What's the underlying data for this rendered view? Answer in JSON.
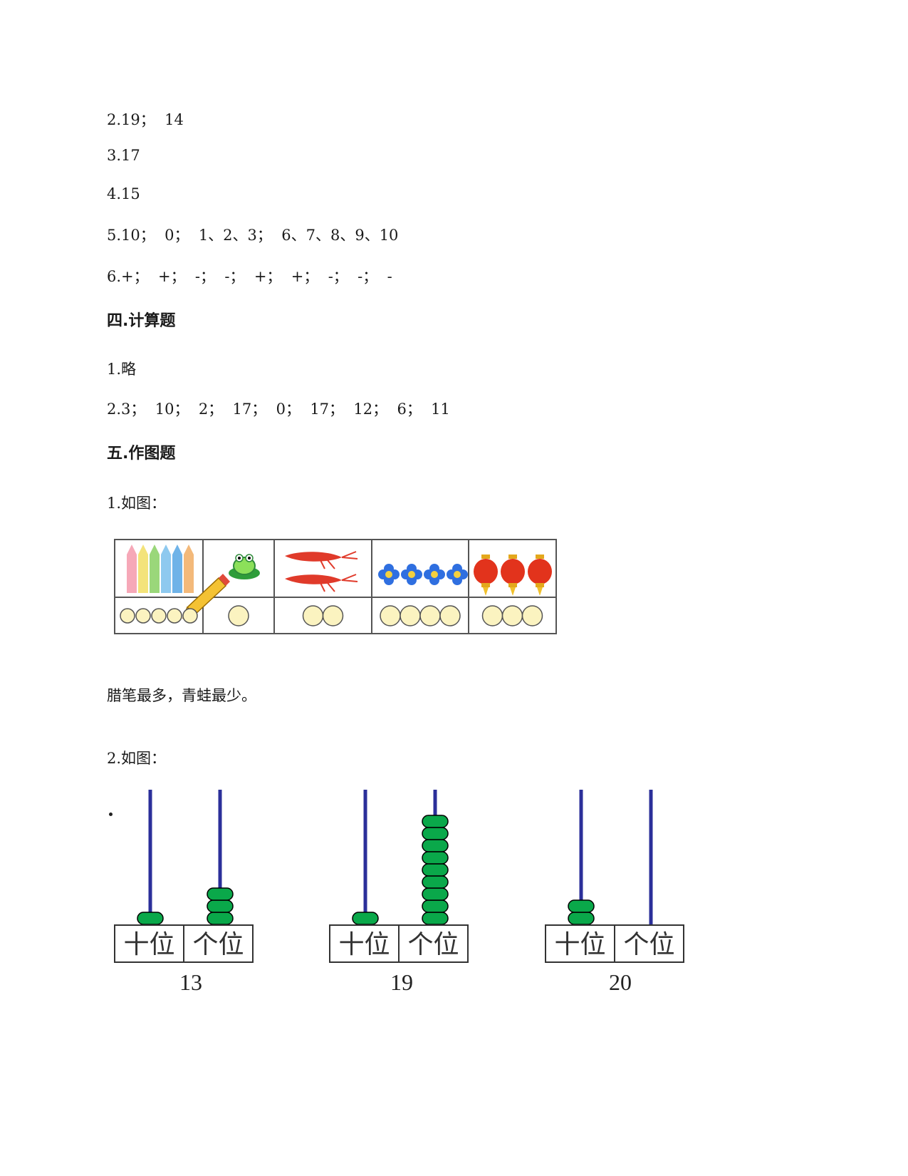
{
  "section3": {
    "lines": [
      "2.19；  14",
      "3.17",
      "4.15",
      "5.10；  0；  1、2、3；  6、7、8、9、10",
      "6.+；  +；  -；  -；  +；  +；  -；  -；  -"
    ]
  },
  "section4": {
    "heading": "四.计算题",
    "lines": [
      "1.略",
      "2.3；  10；  2；  17；  0；  17；  12；  6；  11"
    ]
  },
  "section5": {
    "heading": "五.作图题",
    "q1_label": "1.如图：",
    "q1_conclusion": "腊笔最多，青蛙最少。",
    "q2_label": "2.如图：",
    "table": {
      "columns": [
        {
          "item": "crayons-icon",
          "count": 5
        },
        {
          "item": "frog-icon",
          "count": 1
        },
        {
          "item": "shrimp-icon",
          "count": 2
        },
        {
          "item": "flower-icon",
          "count": 4
        },
        {
          "item": "lantern-icon",
          "count": 3
        }
      ],
      "colors": {
        "circle_fill": "#fbf3c0",
        "border": "#555555"
      }
    },
    "abacus": {
      "place_labels": {
        "tens": "十位",
        "ones": "个位"
      },
      "items": [
        {
          "number": "13",
          "tens": 1,
          "ones": 3
        },
        {
          "number": "19",
          "tens": 1,
          "ones": 9
        },
        {
          "number": "20",
          "tens": 2,
          "ones": 0
        }
      ],
      "colors": {
        "rod": "#2b2f9a",
        "bead": "#0aa84a",
        "bead_stroke": "#000000"
      }
    }
  }
}
